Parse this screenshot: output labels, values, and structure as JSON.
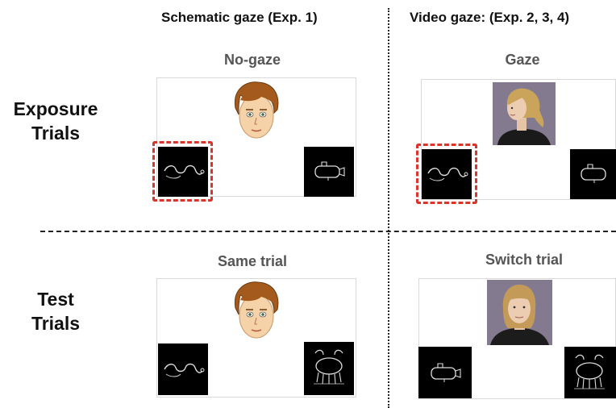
{
  "column_headers": {
    "left": "Schematic gaze (Exp. 1)",
    "right": "Video gaze: (Exp. 2, 3, 4)"
  },
  "row_headers": {
    "exposure": [
      "Exposure",
      "Trials"
    ],
    "test": [
      "Test",
      "Trials"
    ]
  },
  "panels": {
    "top_left": {
      "title": "No-gaze",
      "face": "cartoon-face",
      "left_object": "snake-drawing",
      "right_object": "submarine-drawing",
      "highlighted": "left"
    },
    "top_right": {
      "title": "Gaze",
      "face": "photo-woman-looking-left",
      "left_object": "snake-drawing",
      "right_object": "submarine-drawing",
      "highlighted": "left"
    },
    "bottom_left": {
      "title": "Same trial",
      "face": "cartoon-face",
      "left_object": "snake-drawing",
      "right_object": "creature-drawing"
    },
    "bottom_right": {
      "title": "Switch trial",
      "face": "photo-woman-facing-forward",
      "left_object": "submarine-drawing",
      "right_object": "creature-drawing"
    }
  },
  "colors": {
    "highlight": "#d9352b",
    "tile": "#000000",
    "separator": "#222222"
  }
}
